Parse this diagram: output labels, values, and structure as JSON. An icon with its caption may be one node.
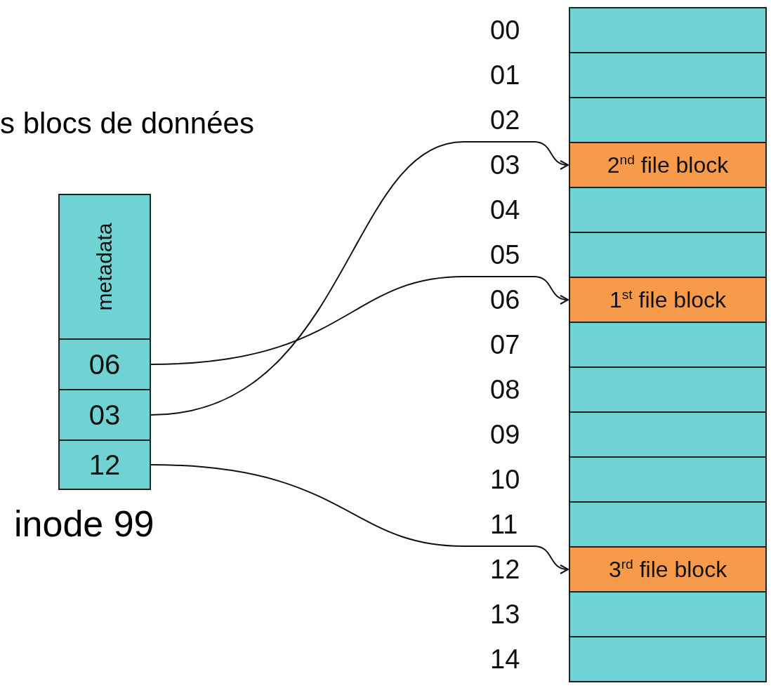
{
  "diagram": {
    "nodes": [
      {
        "text": [
          "inode 99"
        ]
      },
      {
        "text": [
          "metadata"
        ],
        "in": 0
      },
      {
        "text": [
          "06"
        ],
        "in": 0
      },
      {
        "text": [
          "03"
        ],
        "in": 0
      },
      {
        "text": [
          "12"
        ],
        "in": 0
      },
      {
        "text": [],
        "shape": "box",
        "beside": [
          "00"
        ]
      },
      {
        "text": [],
        "shape": "box",
        "beside": [
          "01"
        ]
      },
      {
        "text": [],
        "shape": "box",
        "beside": [
          "02"
        ]
      },
      {
        "text": [
          "2$^{nd}$ file block"
        ],
        "beside": [
          "03"
        ]
      },
      {
        "text": [],
        "shape": "box",
        "beside": [
          "04"
        ]
      },
      {
        "text": [],
        "shape": "box",
        "beside": [
          "05"
        ]
      },
      {
        "text": [
          "1$^{st}$ file block"
        ],
        "beside": [
          "06"
        ]
      },
      {
        "text": [],
        "shape": "box",
        "beside": [
          "07"
        ]
      },
      {
        "text": [],
        "shape": "box",
        "beside": [
          "08"
        ]
      },
      {
        "text": [],
        "shape": "box",
        "beside": [
          "09"
        ]
      },
      {
        "text": [],
        "shape": "box",
        "beside": [
          "10"
        ]
      },
      {
        "text": [],
        "shape": "box",
        "beside": [
          "11"
        ]
      },
      {
        "text": [
          "3$^{rd}$ file block"
        ],
        "beside": [
          "12"
        ]
      },
      {
        "text": [],
        "shape": "box",
        "beside": [
          "13"
        ]
      },
      {
        "text": [],
        "shape": "box",
        "beside": [
          "14"
        ]
      }
    ],
    "edges": [
      {
        "from": 2,
        "to": 11,
        "arrow": "to"
      },
      {
        "from": 3,
        "to": 8,
        "arrow": "to"
      },
      {
        "from": 4,
        "to": 17,
        "arrow": "to"
      }
    ],
    "labels": [
      "s blocs de données"
    ]
  }
}
